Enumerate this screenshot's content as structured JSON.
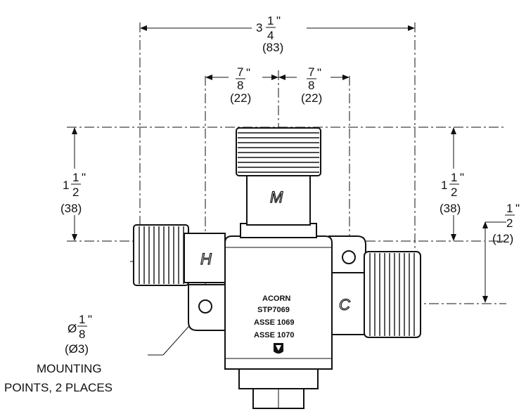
{
  "dimensions": {
    "overall_width": {
      "whole": "3",
      "num": "1",
      "den": "4",
      "unit": "\"",
      "metric": "(83)"
    },
    "top_left_offset": {
      "num": "7",
      "den": "8",
      "unit": "\"",
      "metric": "(22)"
    },
    "top_right_offset": {
      "num": "7",
      "den": "8",
      "unit": "\"",
      "metric": "(22)"
    },
    "left_height": {
      "whole": "1",
      "num": "1",
      "den": "2",
      "unit": "\"",
      "metric": "(38)"
    },
    "right_height": {
      "whole": "1",
      "num": "1",
      "den": "2",
      "unit": "\"",
      "metric": "(38)"
    },
    "right_offset": {
      "num": "1",
      "den": "2",
      "unit": "\"",
      "metric": "(12)"
    },
    "mounting_hole": {
      "prefix": "Ø",
      "num": "1",
      "den": "8",
      "unit": "\"",
      "metric": "(Ø3)"
    }
  },
  "note": {
    "line1": "MOUNTING",
    "line2": "POINTS, 2 PLACES"
  },
  "port_labels": {
    "mixed": "M",
    "hot": "H",
    "cold": "C"
  },
  "body_marking": {
    "line1": "ACORN",
    "line2": "STP7069",
    "line3": "ASSE 1069",
    "line4": "ASSE 1070"
  }
}
